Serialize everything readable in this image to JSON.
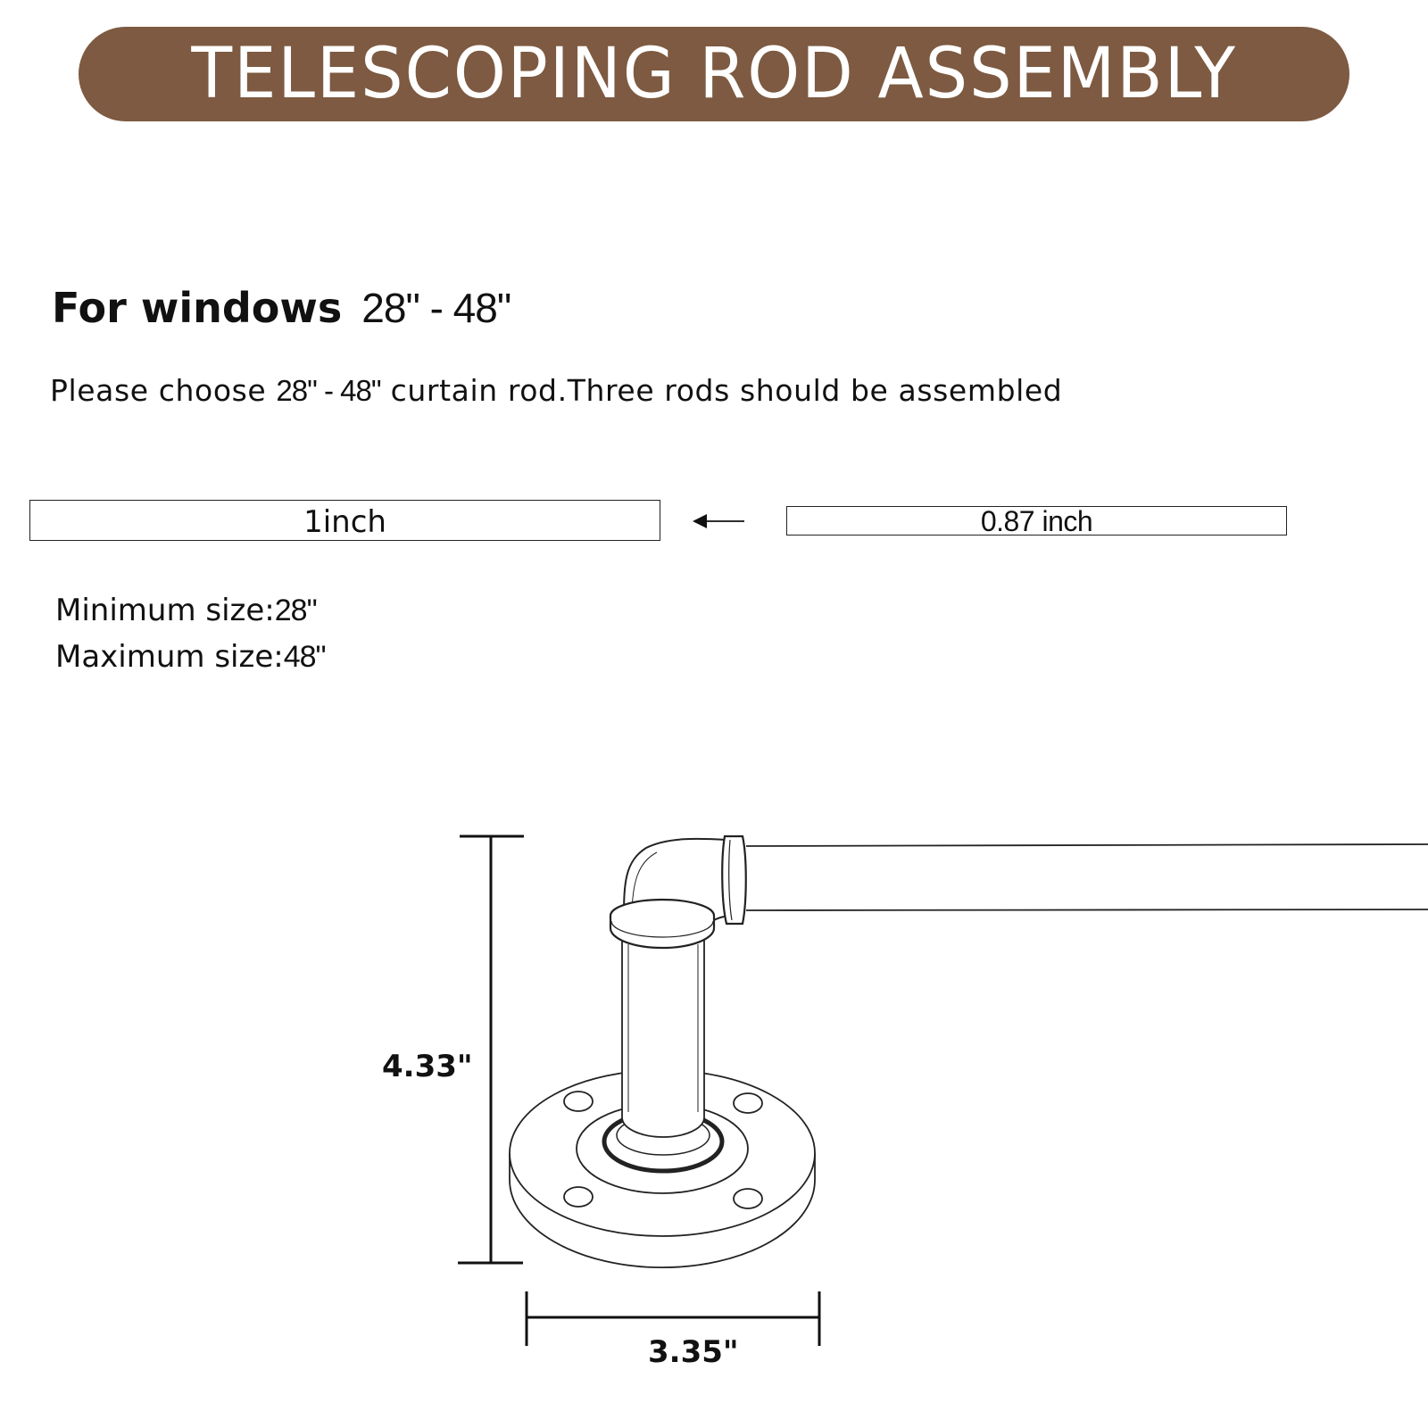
{
  "banner": {
    "title": "TELESCOPING ROD ASSEMBLY",
    "color": "#7d5a41"
  },
  "heading": {
    "prefix": "For windows",
    "range": "28\" - 48\""
  },
  "instruction": {
    "before": "Please choose ",
    "range": "28\" - 48\"",
    "after": " curtain rod.Three rods should be assembled"
  },
  "rods": {
    "large_label": "1inch",
    "small_label": "0.87 inch",
    "arrow": "left-arrow-icon"
  },
  "sizes": {
    "min_label": "Minimum size:",
    "min_value": "28\"",
    "max_label": "Maximum size:",
    "max_value": "48\""
  },
  "dimensions": {
    "height": "4.33\"",
    "width": "3.35\""
  }
}
